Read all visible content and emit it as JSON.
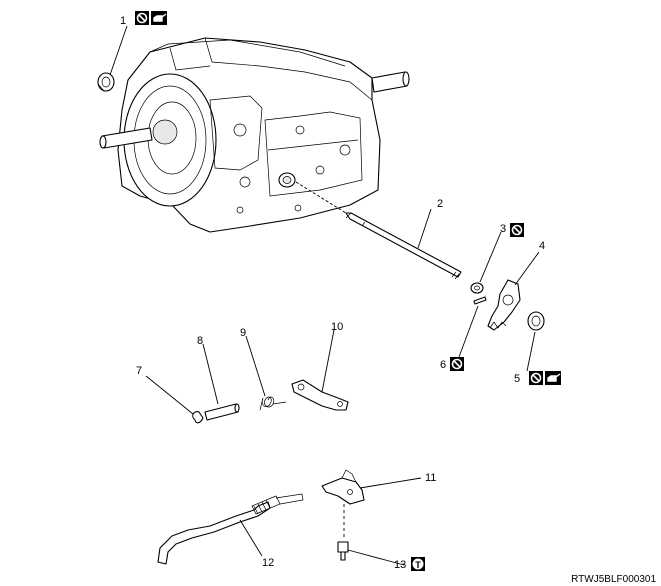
{
  "callouts": [
    {
      "id": "c1",
      "label": "1"
    },
    {
      "id": "c2",
      "label": "2"
    },
    {
      "id": "c3",
      "label": "3"
    },
    {
      "id": "c4",
      "label": "4"
    },
    {
      "id": "c5",
      "label": "5"
    },
    {
      "id": "c6",
      "label": "6"
    },
    {
      "id": "c7",
      "label": "7"
    },
    {
      "id": "c8",
      "label": "8"
    },
    {
      "id": "c9",
      "label": "9"
    },
    {
      "id": "c10",
      "label": "10"
    },
    {
      "id": "c11",
      "label": "11"
    },
    {
      "id": "c12",
      "label": "12"
    },
    {
      "id": "c13",
      "label": "13"
    }
  ],
  "symbols": {
    "non_reusable_icon": "no-reuse-icon",
    "apply_oil_icon": "oil-can-icon",
    "torque_icon": "torque-icon",
    "torque_letter": "T"
  },
  "figure_code": "RTWJ5BLF000301"
}
